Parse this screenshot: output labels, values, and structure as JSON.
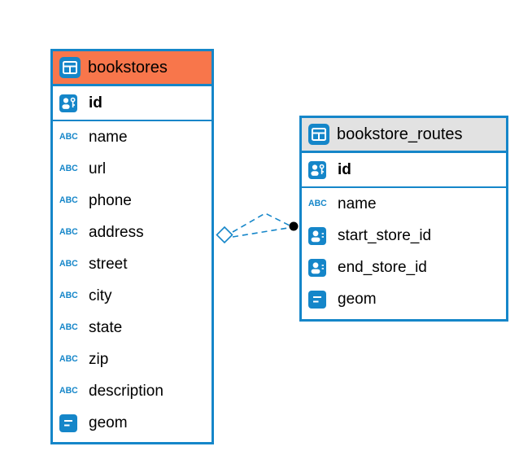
{
  "diagram": {
    "tool": "database-er-diagram",
    "background": "#ffffff"
  },
  "colors": {
    "table_border": "#1586c9",
    "bookstores_header": "#f8764b",
    "routes_header": "#e2e2e2",
    "icon_blue": "#1586c9",
    "connector": "#1586c9"
  },
  "icons": {
    "abc": "ABC",
    "table": "table-icon",
    "primary_key": "person-key-icon",
    "foreign_key": "person-icon",
    "geometry": "geometry-icon"
  },
  "tables": [
    {
      "title": "bookstores",
      "header_style": "orange",
      "primary_key": {
        "name": "id",
        "icon": "person-key-icon"
      },
      "columns": [
        {
          "name": "name",
          "icon": "abc"
        },
        {
          "name": "url",
          "icon": "abc"
        },
        {
          "name": "phone",
          "icon": "abc"
        },
        {
          "name": "address",
          "icon": "abc"
        },
        {
          "name": "street",
          "icon": "abc"
        },
        {
          "name": "city",
          "icon": "abc"
        },
        {
          "name": "state",
          "icon": "abc"
        },
        {
          "name": "zip",
          "icon": "abc"
        },
        {
          "name": "description",
          "icon": "abc"
        },
        {
          "name": "geom",
          "icon": "geometry-icon"
        }
      ]
    },
    {
      "title": "bookstore_routes",
      "header_style": "gray",
      "primary_key": {
        "name": "id",
        "icon": "person-key-icon"
      },
      "columns": [
        {
          "name": "name",
          "icon": "abc"
        },
        {
          "name": "start_store_id",
          "icon": "person-icon"
        },
        {
          "name": "end_store_id",
          "icon": "person-icon"
        },
        {
          "name": "geom",
          "icon": "geometry-icon"
        }
      ]
    }
  ],
  "relationship": {
    "from": "bookstores",
    "to": "bookstore_routes",
    "line_style": "dashed",
    "left_marker": "diamond",
    "right_marker": "filled-dot"
  }
}
